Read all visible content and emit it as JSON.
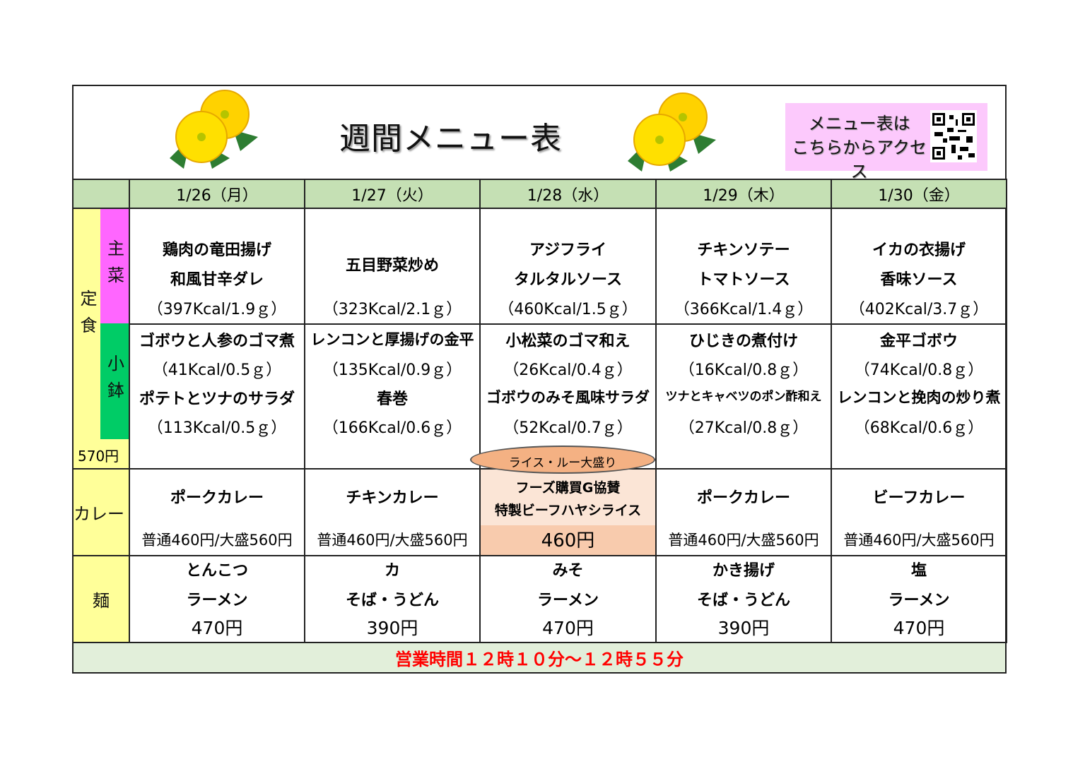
{
  "header": {
    "title": "週間メニュー表",
    "qr_text": [
      "メニュー表は",
      "こちらからアクセス"
    ]
  },
  "days": [
    "1/26（月）",
    "1/27（火）",
    "1/28（水）",
    "1/29（木）",
    "1/30（金）"
  ],
  "labels": {
    "teishoku": "定食",
    "shusai": "主菜",
    "kobachi": "小鉢",
    "teishoku_price": "570円",
    "curry": "カレー",
    "noodle": "麺"
  },
  "main_dishes": [
    {
      "lines": [
        "鶏肉の竜田揚げ",
        "和風甘辛ダレ"
      ],
      "kcal": "（397Kcal/1.9ｇ）"
    },
    {
      "lines": [
        "五目野菜炒め"
      ],
      "kcal": "（323Kcal/2.1ｇ）"
    },
    {
      "lines": [
        "アジフライ",
        "タルタルソース"
      ],
      "kcal": "（460Kcal/1.5ｇ）"
    },
    {
      "lines": [
        "チキンソテー",
        "トマトソース"
      ],
      "kcal": "（366Kcal/1.4ｇ）"
    },
    {
      "lines": [
        "イカの衣揚げ",
        "香味ソース"
      ],
      "kcal": "（402Kcal/3.7ｇ）"
    }
  ],
  "side_dishes": [
    [
      {
        "name": "ゴボウと人参のゴマ煮",
        "kcal": "（41Kcal/0.5ｇ）"
      },
      {
        "name": "ポテトとツナのサラダ",
        "kcal": "（113Kcal/0.5ｇ）"
      }
    ],
    [
      {
        "name": "レンコンと厚揚げの金平",
        "kcal": "（135Kcal/0.9ｇ）"
      },
      {
        "name": "春巻",
        "kcal": "（166Kcal/0.6ｇ）"
      }
    ],
    [
      {
        "name": "小松菜のゴマ和え",
        "kcal": "（26Kcal/0.4ｇ）"
      },
      {
        "name": "ゴボウのみそ風味サラダ",
        "kcal": "（52Kcal/0.7ｇ）"
      }
    ],
    [
      {
        "name": "ひじきの煮付け",
        "kcal": "（16Kcal/0.8ｇ）"
      },
      {
        "name": "ツナとキャベツのポン酢和え",
        "kcal": "（27Kcal/0.8ｇ）"
      }
    ],
    [
      {
        "name": "金平ゴボウ",
        "kcal": "（74Kcal/0.8ｇ）"
      },
      {
        "name": "レンコンと挽肉の炒り煮",
        "kcal": "（68Kcal/0.6ｇ）"
      }
    ]
  ],
  "curry": [
    {
      "name": "ポークカレー",
      "price": "普通460円/大盛560円"
    },
    {
      "name": "チキンカレー",
      "price": "普通460円/大盛560円"
    },
    {
      "name": "フーズ購買G協賛\n特製ビーフハヤシライス",
      "price": "460円",
      "bubble": "ライス・ルー大盛り"
    },
    {
      "name": "ポークカレー",
      "price": "普通460円/大盛560円"
    },
    {
      "name": "ビーフカレー",
      "price": "普通460円/大盛560円"
    }
  ],
  "noodles": [
    {
      "lines": [
        "とんこつ",
        "ラーメン"
      ],
      "price": "470円"
    },
    {
      "lines": [
        "カ",
        "そば・うどん"
      ],
      "price": "390円"
    },
    {
      "lines": [
        "みそ",
        "ラーメン"
      ],
      "price": "470円"
    },
    {
      "lines": [
        "かき揚げ",
        "そば・うどん"
      ],
      "price": "390円"
    },
    {
      "lines": [
        "塩",
        "ラーメン"
      ],
      "price": "470円"
    }
  ],
  "footer": {
    "hours": "営業時間１２時１０分～１２時５５分"
  },
  "colors": {
    "date_bg": "#c5e0b4",
    "yellow": "#ffff99",
    "pink": "#ff66ff",
    "green": "#00cc66",
    "special": "#fbe5d6",
    "special_price": "#f8cbad",
    "footer_bg": "#e2efda",
    "footer_text": "#ff0000"
  }
}
